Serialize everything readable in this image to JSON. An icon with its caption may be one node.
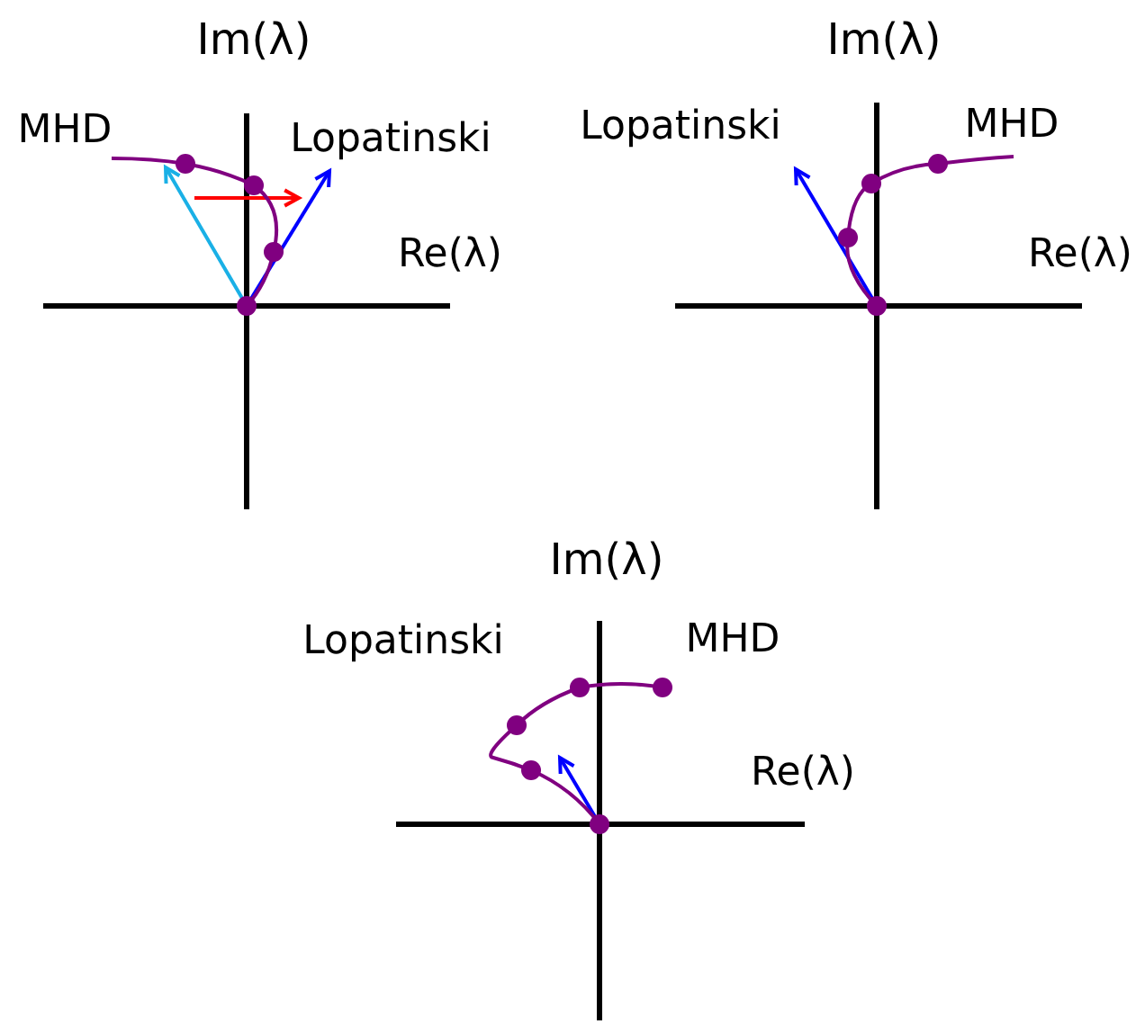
{
  "diagram": {
    "labels": [
      "Im(λ)",
      "MHD",
      "Lopatinski",
      "Re(λ)",
      "Im(λ)",
      "Lopatinski",
      "MHD",
      "Re(λ)",
      "Im(λ)",
      "Lopatinski",
      "MHD",
      "Re(λ)"
    ]
  }
}
